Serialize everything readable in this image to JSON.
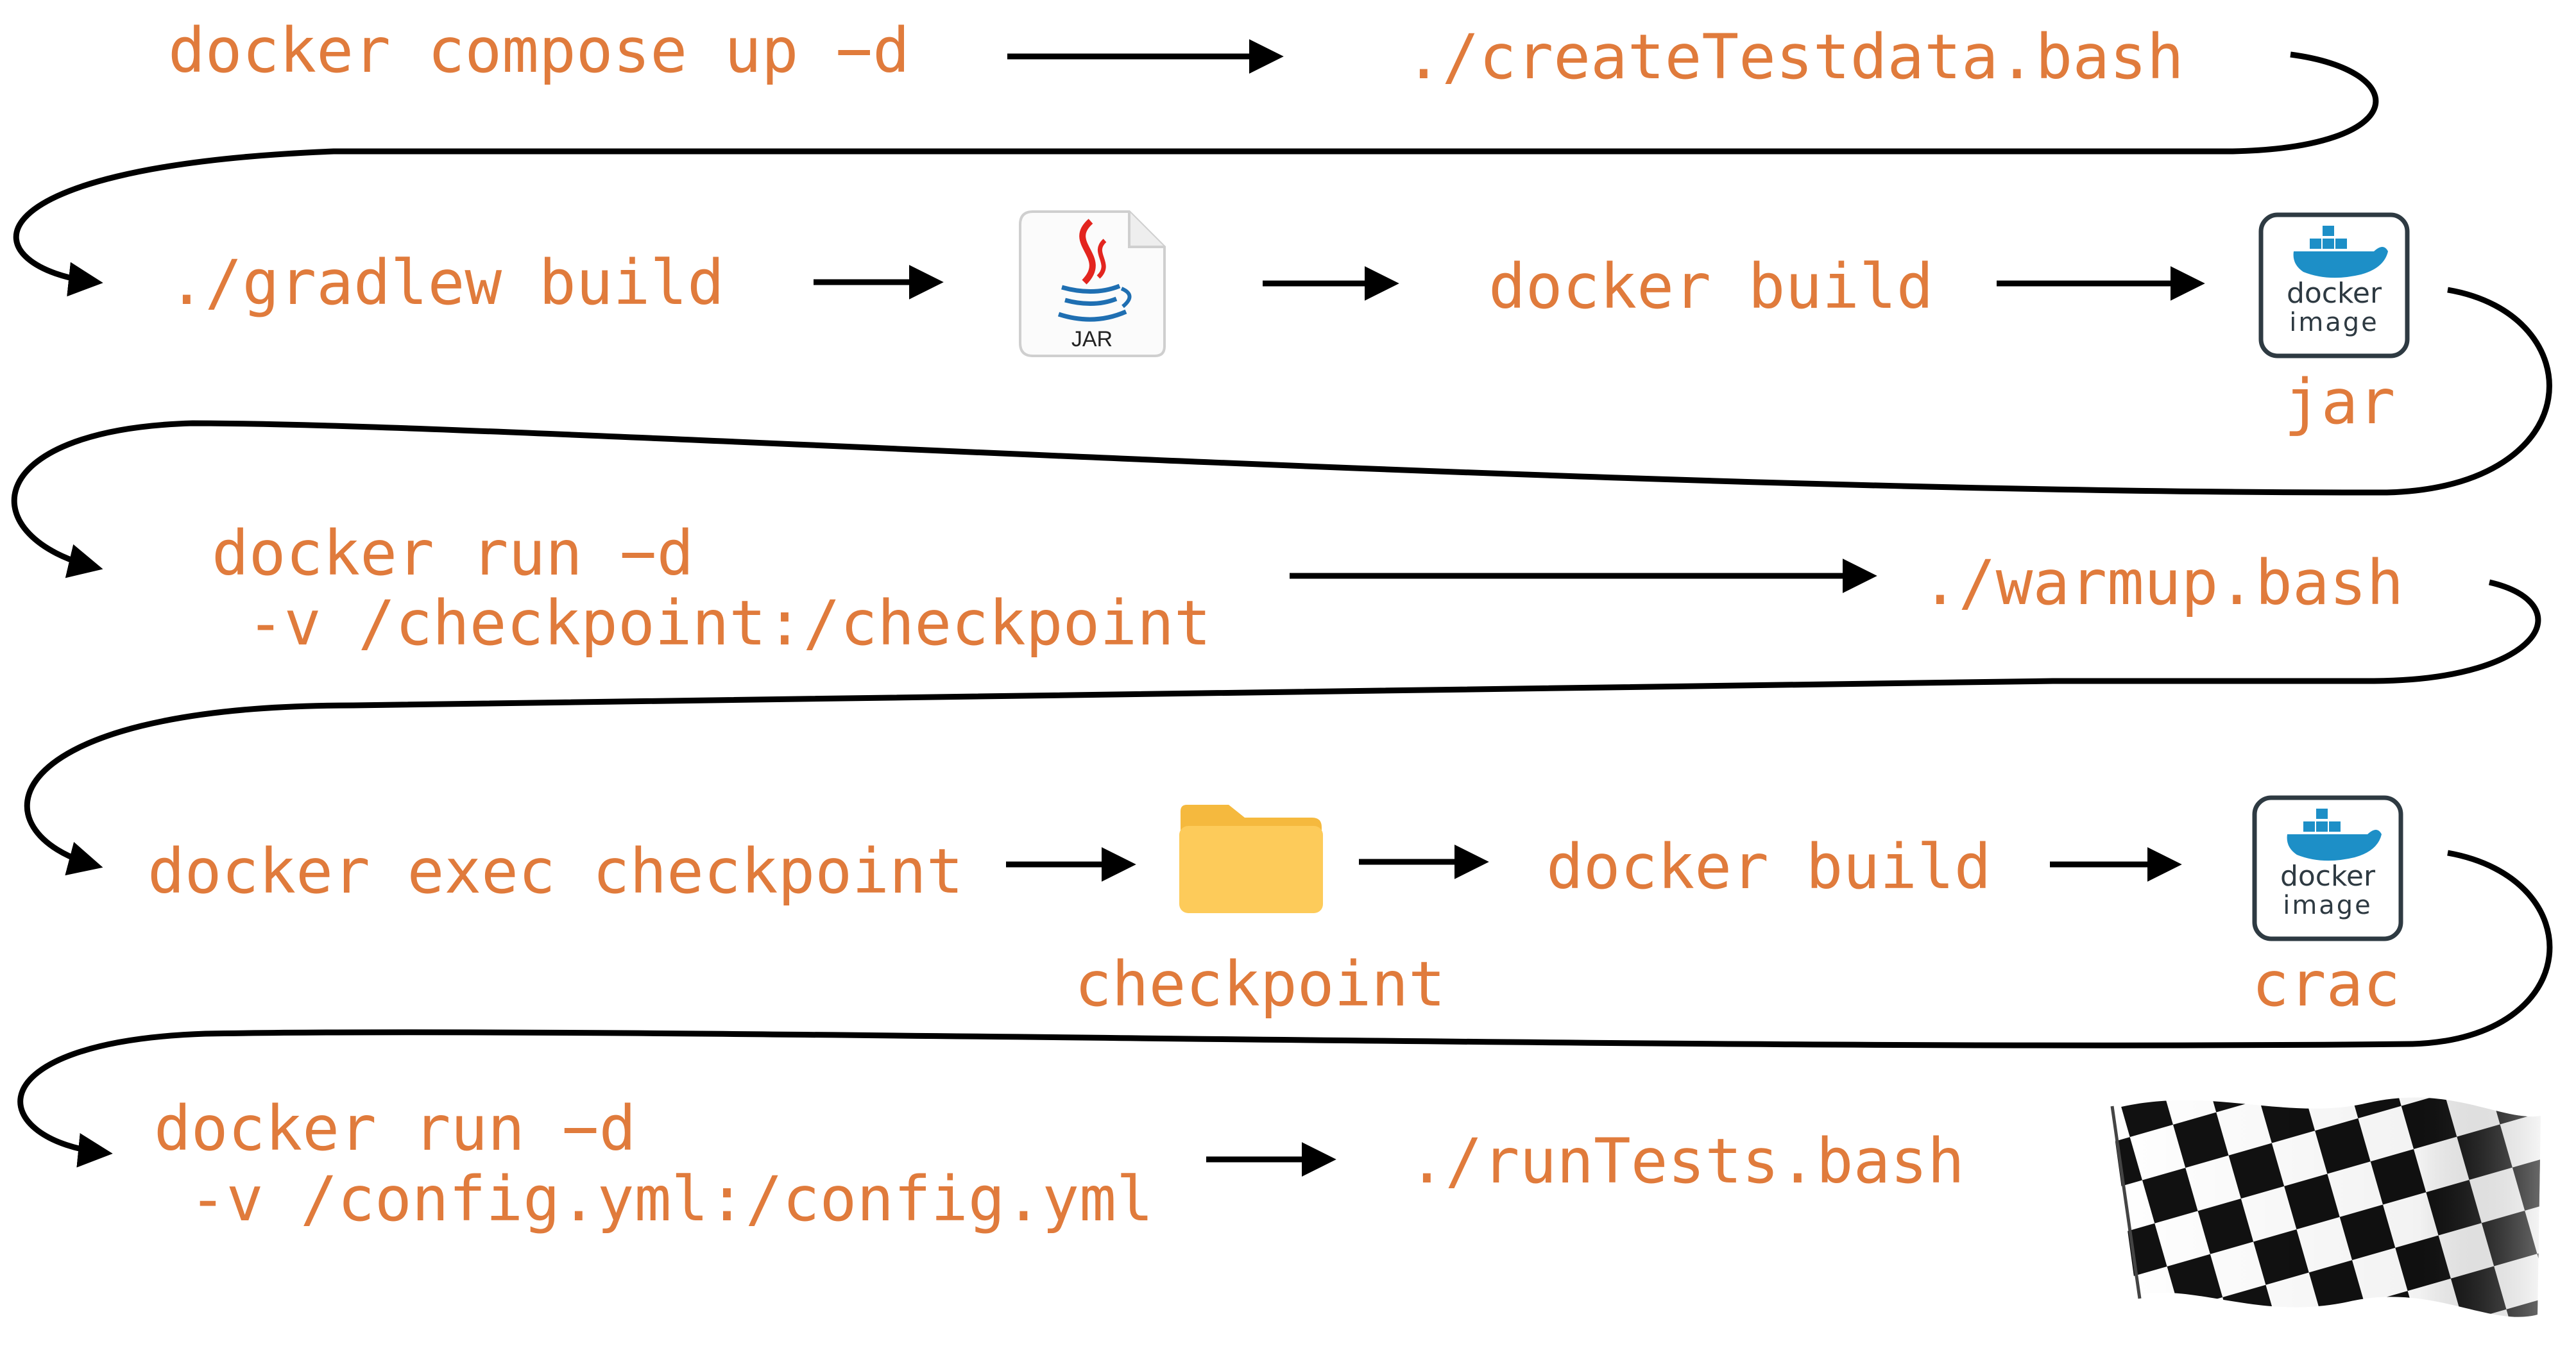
{
  "steps": {
    "compose_up": "docker compose up −d",
    "create_testdata": "./createTestdata.bash",
    "gradlew_build": "./gradlew build",
    "docker_build_1": "docker build",
    "docker_run_1_line1": "docker run −d",
    "docker_run_1_line2": "-v /checkpoint:/checkpoint",
    "warmup": "./warmup.bash",
    "docker_exec": "docker exec checkpoint",
    "docker_build_2": "docker build",
    "docker_run_2_line1": "docker run −d",
    "docker_run_2_line2": "-v /config.yml:/config.yml",
    "run_tests": "./runTests.bash"
  },
  "captions": {
    "image_jar": "jar",
    "checkpoint_folder": "checkpoint",
    "image_crac": "crac"
  },
  "icons": {
    "jar_label": "JAR",
    "docker_word": "docker",
    "image_word": "image",
    "docker_word_2": "docker",
    "image_word_2": "image"
  },
  "colors": {
    "command_text": "#E07B3C",
    "arrows": "#000000",
    "folder": "#FDCB5A",
    "docker_blue": "#1D8FC7"
  }
}
